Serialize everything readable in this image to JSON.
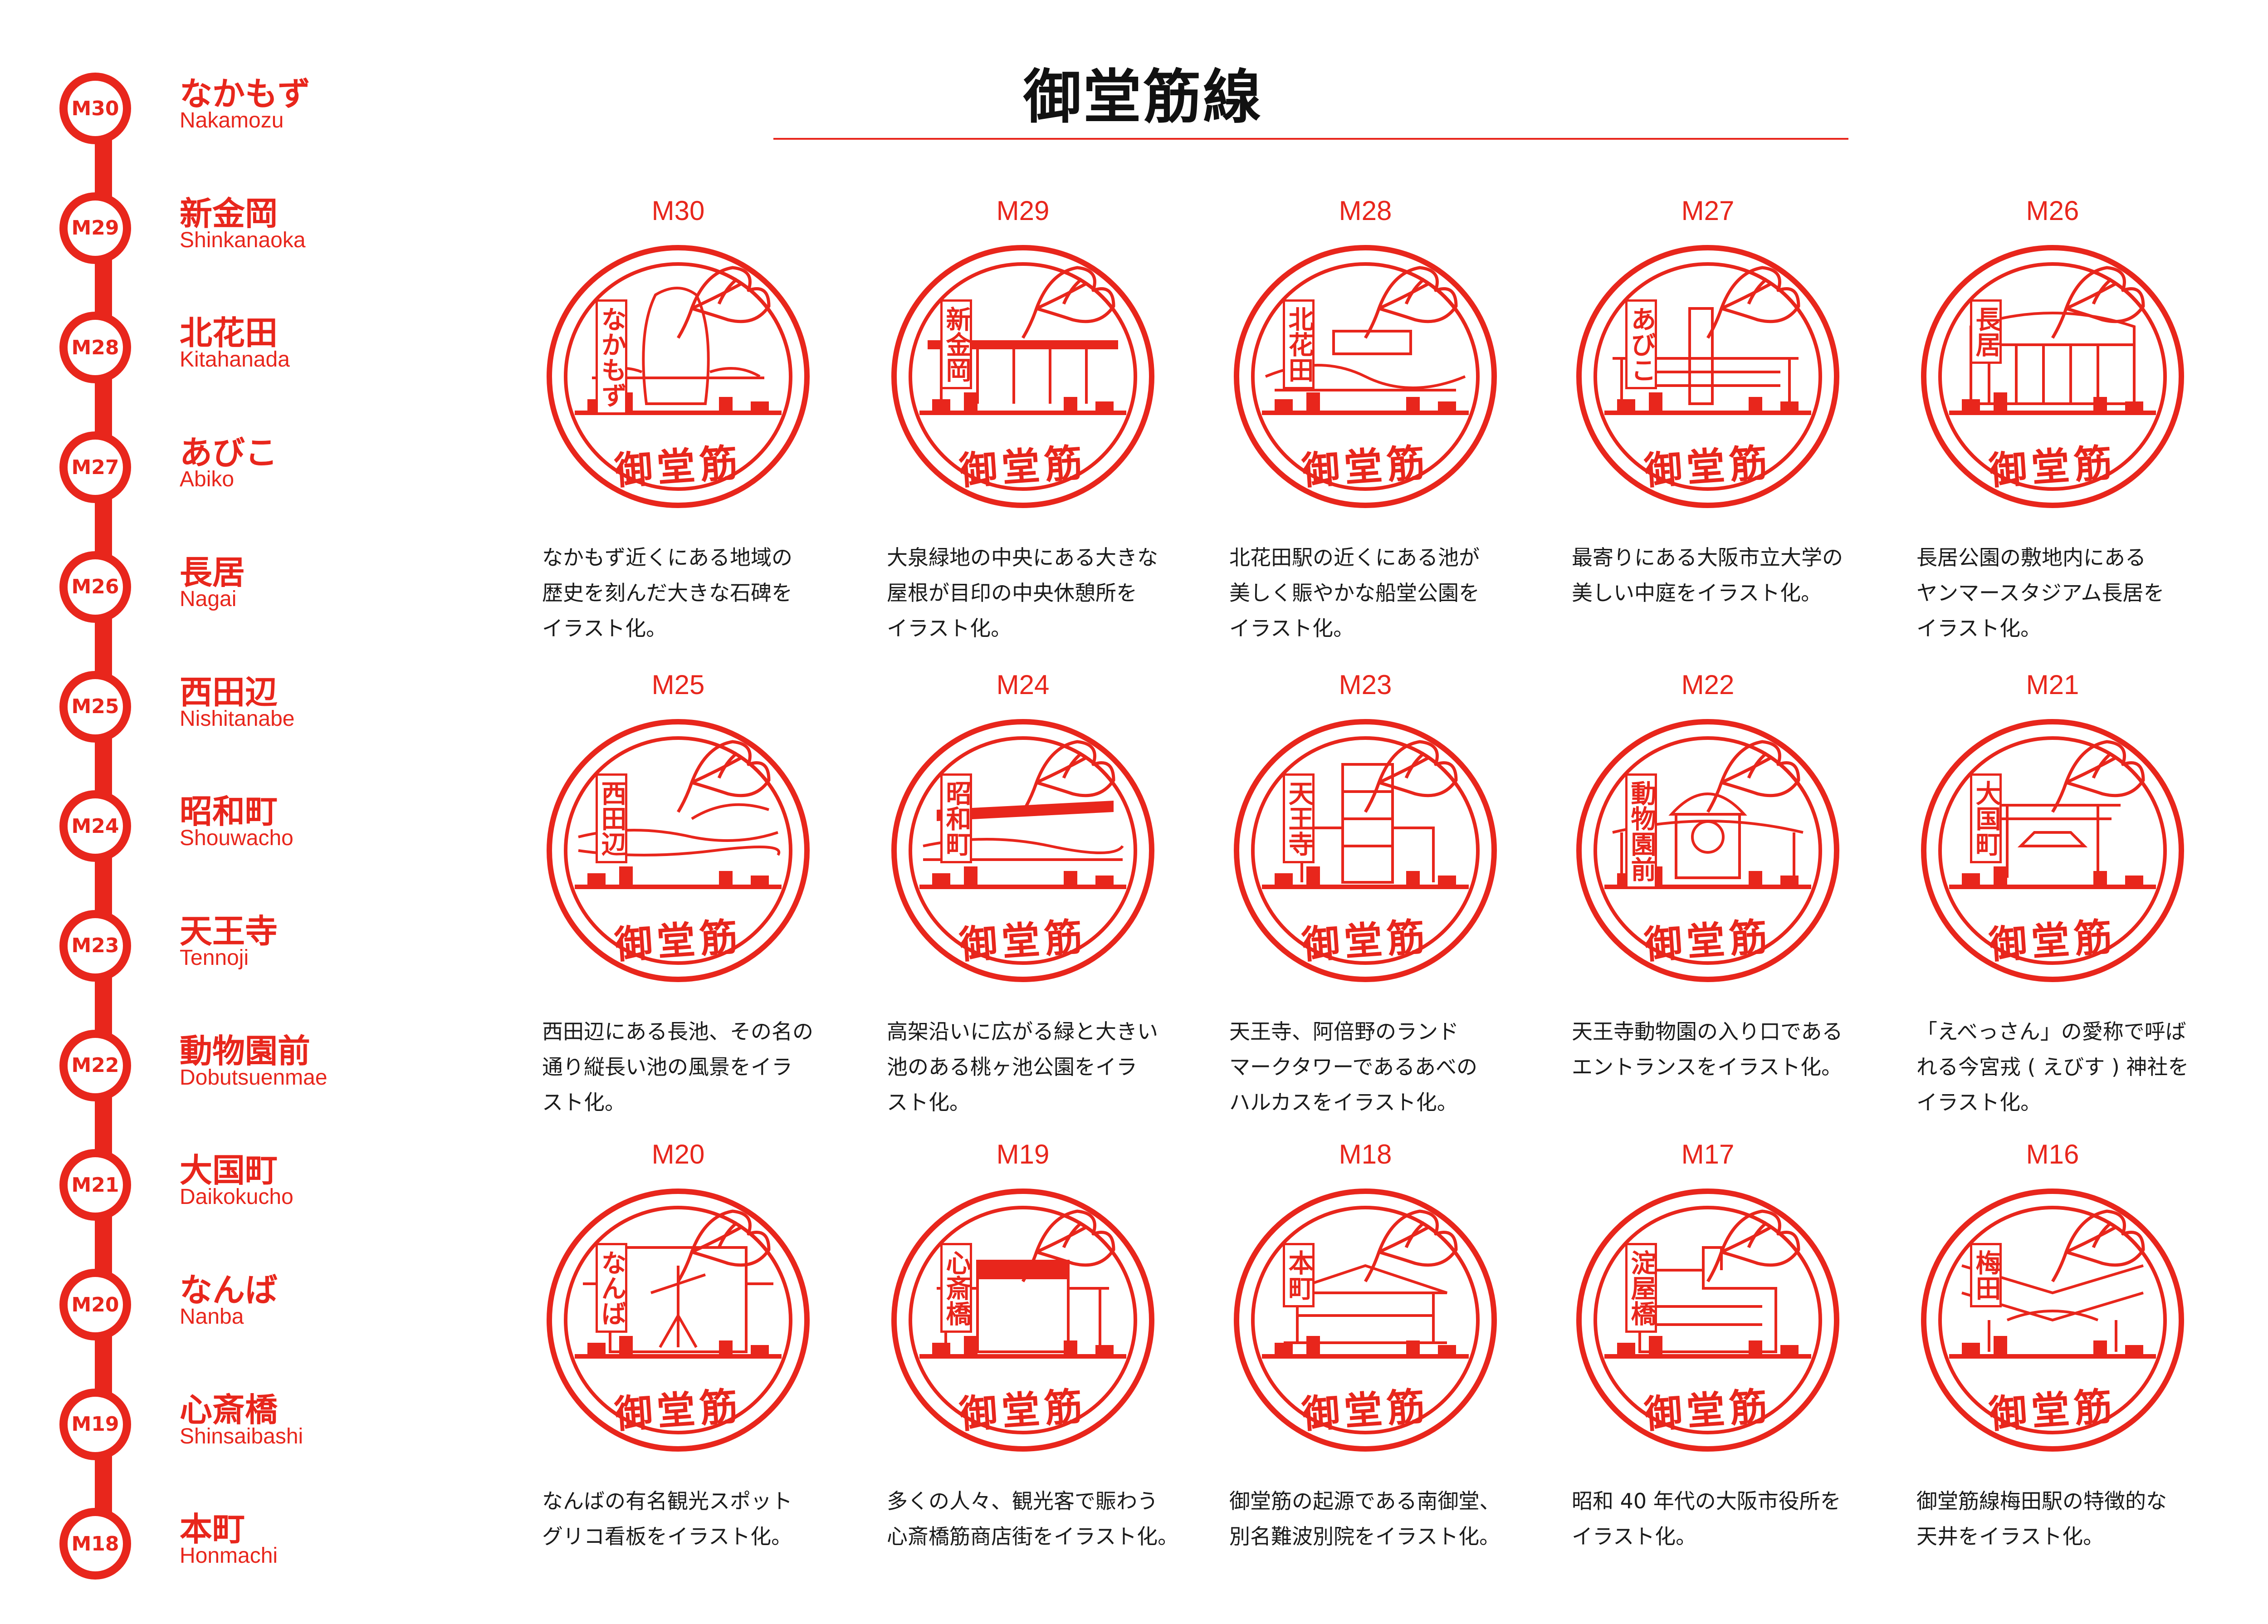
{
  "title": "御堂筋線",
  "accent_color": "#e8261c",
  "stations": [
    {
      "code": "M30",
      "jp": "なかもず",
      "en": "Nakamozu"
    },
    {
      "code": "M29",
      "jp": "新金岡",
      "en": "Shinkanaoka"
    },
    {
      "code": "M28",
      "jp": "北花田",
      "en": "Kitahanada"
    },
    {
      "code": "M27",
      "jp": "あびこ",
      "en": "Abiko"
    },
    {
      "code": "M26",
      "jp": "長居",
      "en": "Nagai"
    },
    {
      "code": "M25",
      "jp": "西田辺",
      "en": "Nishitanabe"
    },
    {
      "code": "M24",
      "jp": "昭和町",
      "en": "Shouwacho"
    },
    {
      "code": "M23",
      "jp": "天王寺",
      "en": "Tennoji"
    },
    {
      "code": "M22",
      "jp": "動物園前",
      "en": "Dobutsuenmae"
    },
    {
      "code": "M21",
      "jp": "大国町",
      "en": "Daikokucho"
    },
    {
      "code": "M20",
      "jp": "なんば",
      "en": "Nanba"
    },
    {
      "code": "M19",
      "jp": "心斎橋",
      "en": "Shinsaibashi"
    },
    {
      "code": "M18",
      "jp": "本町",
      "en": "Honmachi"
    }
  ],
  "stamps": [
    {
      "code": "M30",
      "sign": "なかもず",
      "seal": "御堂筋",
      "illustration": "stone-monument",
      "desc": "なかもず近くにある地域の\n歴史を刻んだ大きな石碑を\nイラスト化。"
    },
    {
      "code": "M29",
      "sign": "新金岡",
      "seal": "御堂筋",
      "illustration": "rest-house",
      "desc": "大泉緑地の中央にある大きな\n屋根が目印の中央休憩所を\nイラスト化。"
    },
    {
      "code": "M28",
      "sign": "北花田",
      "seal": "御堂筋",
      "illustration": "pond-park",
      "desc": "北花田駅の近くにある池が\n美しく賑やかな船堂公園を\nイラスト化。"
    },
    {
      "code": "M27",
      "sign": "あびこ",
      "seal": "御堂筋",
      "illustration": "campus-courtyard",
      "desc": "最寄りにある大阪市立大学の\n美しい中庭をイラスト化。"
    },
    {
      "code": "M26",
      "sign": "長居",
      "seal": "御堂筋",
      "illustration": "stadium",
      "desc": "長居公園の敷地内にある\nヤンマースタジアム長居を\nイラスト化。"
    },
    {
      "code": "M25",
      "sign": "西田辺",
      "seal": "御堂筋",
      "illustration": "long-pond",
      "desc": "西田辺にある長池、その名の\n通り縦長い池の風景をイラ\nスト化。"
    },
    {
      "code": "M24",
      "sign": "昭和町",
      "seal": "御堂筋",
      "illustration": "elevated-park",
      "desc": "高架沿いに広がる緑と大きい\n池のある桃ヶ池公園をイラ\nスト化。"
    },
    {
      "code": "M23",
      "sign": "天王寺",
      "seal": "御堂筋",
      "illustration": "tower",
      "desc": "天王寺、阿倍野のランド\nマークタワーであるあべの\nハルカスをイラスト化。"
    },
    {
      "code": "M22",
      "sign": "動物園前",
      "seal": "御堂筋",
      "illustration": "zoo-gate",
      "desc": "天王寺動物園の入り口である\nエントランスをイラスト化。"
    },
    {
      "code": "M21",
      "sign": "大国町",
      "seal": "御堂筋",
      "illustration": "shrine",
      "desc": "「えべっさん」の愛称で呼ば\nれる今宮戎 ( えびす ) 神社を\nイラスト化。"
    },
    {
      "code": "M20",
      "sign": "なんば",
      "seal": "御堂筋",
      "illustration": "billboard",
      "desc": "なんばの有名観光スポット\nグリコ看板をイラスト化。"
    },
    {
      "code": "M19",
      "sign": "心斎橋",
      "seal": "御堂筋",
      "illustration": "shopping-street",
      "desc": "多くの人々、観光客で賑わう\n心斎橋筋商店街をイラスト化。"
    },
    {
      "code": "M18",
      "sign": "本町",
      "seal": "御堂筋",
      "illustration": "temple",
      "desc": "御堂筋の起源である南御堂、\n別名難波別院をイラスト化。"
    },
    {
      "code": "M17",
      "sign": "淀屋橋",
      "seal": "御堂筋",
      "illustration": "city-hall",
      "desc": "昭和 40 年代の大阪市役所を\nイラスト化。"
    },
    {
      "code": "M16",
      "sign": "梅田",
      "seal": "御堂筋",
      "illustration": "station-ceiling",
      "desc": "御堂筋線梅田駅の特徴的な\n天井をイラスト化。"
    }
  ]
}
